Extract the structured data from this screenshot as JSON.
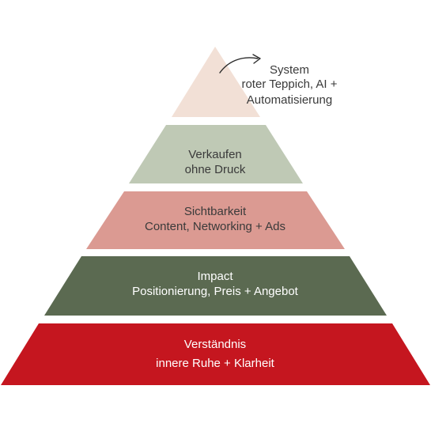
{
  "pyramid": {
    "top": {
      "lines": [
        "System",
        "roter Teppich, AI +",
        "Automatisierung"
      ],
      "fill": "#f2e0d6",
      "text_color": "#3a3a3a",
      "icon": "curved-arrow-icon"
    },
    "tiers": [
      {
        "name": "verkaufen",
        "lines": [
          "Verkaufen",
          "ohne Druck"
        ],
        "fill": "#bfc9b5",
        "text_color": "#3a3a3a"
      },
      {
        "name": "sichtbarkeit",
        "lines": [
          "Sichtbarkeit",
          "Content, Networking + Ads"
        ],
        "fill": "#db9a92",
        "text_color": "#3a3a3a"
      },
      {
        "name": "impact",
        "lines": [
          "Impact",
          "Positionierung, Preis + Angebot"
        ],
        "fill": "#5b6a51",
        "text_color": "#ffffff"
      },
      {
        "name": "verstaendnis",
        "lines": [
          "Verständnis",
          "innere Ruhe + Klarheit"
        ],
        "fill": "#c5161f",
        "text_color": "#ffffff"
      }
    ]
  }
}
